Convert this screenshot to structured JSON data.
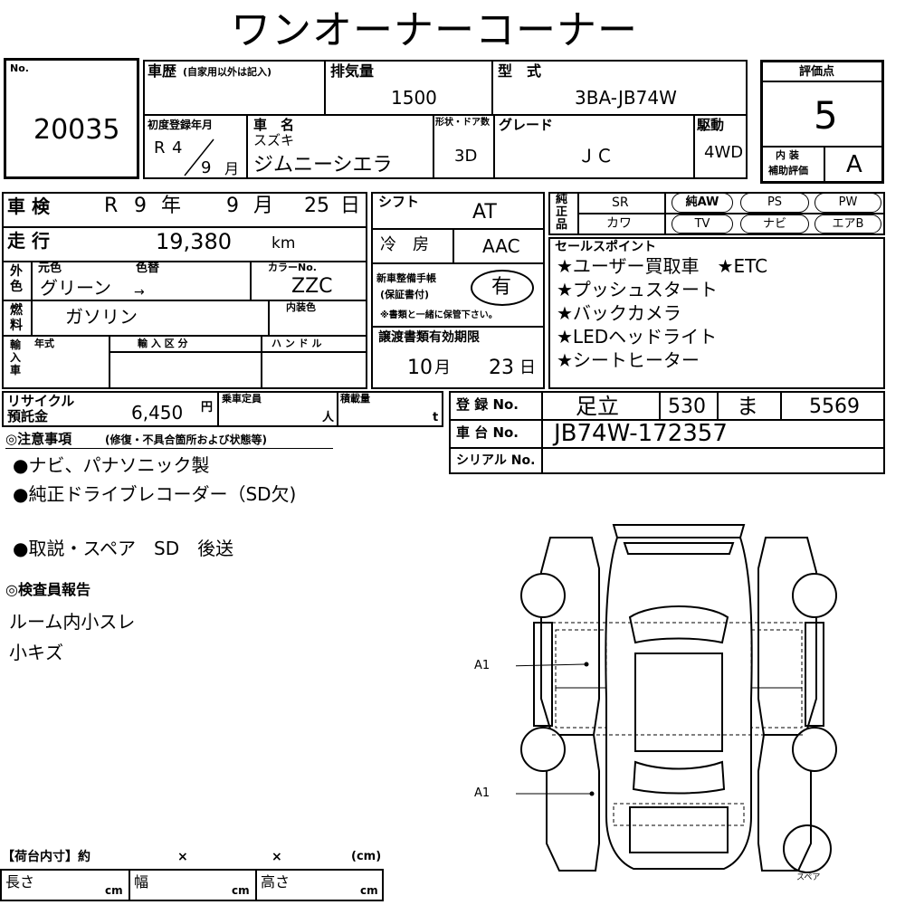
{
  "title": "ワンオーナーコーナー",
  "lot": {
    "no_label": "No.",
    "number": "20035"
  },
  "history": {
    "label": "車歴",
    "note": "(自家用以外は記入)"
  },
  "displacement": {
    "label": "排気量",
    "value": "1500"
  },
  "model_type": {
    "label": "型　式",
    "value": "3BA-JB74W"
  },
  "evaluation": {
    "label": "評価点",
    "value": "5",
    "interior_label_1": "内 装",
    "interior_label_2": "補助評価",
    "interior_value": "A"
  },
  "first_reg": {
    "label": "初度登録年月",
    "era": "R",
    "year": "4",
    "month": "9",
    "month_unit": "月"
  },
  "car_name": {
    "label": "車　名",
    "maker": "スズキ",
    "name": "ジムニーシエラ"
  },
  "body_doors": {
    "label": "形状・ドア数",
    "value": "3D"
  },
  "grade": {
    "label": "グレード",
    "value": "ＪＣ"
  },
  "drive": {
    "label": "駆動",
    "value": "4WD"
  },
  "inspection": {
    "label": "車 検",
    "era": "R",
    "year": "9",
    "year_unit": "年",
    "month": "9",
    "month_unit": "月",
    "day": "25",
    "day_unit": "日"
  },
  "mileage": {
    "label": "走 行",
    "value": "19,380",
    "unit": "km"
  },
  "shift": {
    "label": "シフト",
    "value": "AT"
  },
  "ac": {
    "label": "冷　房",
    "value": "AAC"
  },
  "genuine_parts": {
    "label": "純正品",
    "row1_label": "SR",
    "row2_label": "カワ",
    "items": [
      "純AW",
      "PS",
      "PW",
      "TV",
      "ナビ",
      "エアB"
    ]
  },
  "exterior": {
    "side_label": "外色",
    "orig_label": "元色",
    "change_label": "色替",
    "color": "グリーン",
    "arrow": "→",
    "color_no_label": "カラーNo.",
    "color_no": "ZZC",
    "interior_color_label": "内装色"
  },
  "fuel": {
    "label": "燃料",
    "value": "ガソリン"
  },
  "maintenance": {
    "label": "新車整備手帳",
    "label2": "(保証書付)",
    "value": "有",
    "note": "※書類と一緒に保管下さい。"
  },
  "import": {
    "label": "輸入車",
    "year_label": "年式",
    "class_label": "輸 入 区 分",
    "handle_label": "ハ ン ド ル"
  },
  "transfer": {
    "label": "譲渡書類有効期限",
    "month": "10",
    "month_unit": "月",
    "day": "23",
    "day_unit": "日"
  },
  "sales_points": {
    "label": "セールスポイント",
    "items": [
      "★ユーザー買取車　★ETC",
      "★プッシュスタート",
      "★バックカメラ",
      "★LEDヘッドライト",
      "★シートヒーター"
    ]
  },
  "recycle": {
    "label": "リサイクル",
    "label2": "預託金",
    "value": "6,450",
    "unit": "円"
  },
  "capacity": {
    "label": "乗車定員",
    "unit": "人"
  },
  "load": {
    "label": "積載量",
    "unit": "t"
  },
  "registration": {
    "label": "登 録 No.",
    "office": "足立",
    "class_no": "530",
    "kana": "ま",
    "number": "5569"
  },
  "chassis": {
    "label": "車 台 No.",
    "value": "JB74W-172357"
  },
  "serial": {
    "label": "シリアル No."
  },
  "notes": {
    "label": "◎注意事項",
    "sub": "(修復・不具合箇所および状態等)",
    "items": [
      "●ナビ、パナソニック製",
      "●純正ドライブレコーダー（SD欠)",
      "●取説・スペア　SD　後送"
    ]
  },
  "inspector": {
    "label": "◎検査員報告",
    "items": [
      "ルーム内小スレ",
      "小キズ"
    ]
  },
  "diagram": {
    "marks": [
      "A1",
      "A1"
    ],
    "spare_label": "スペア"
  },
  "cargo": {
    "label": "【荷台内寸】約",
    "x1": "×",
    "x2": "×",
    "unit": "(cm)",
    "length_label": "長さ",
    "width_label": "幅",
    "height_label": "高さ",
    "cm": "cm"
  }
}
